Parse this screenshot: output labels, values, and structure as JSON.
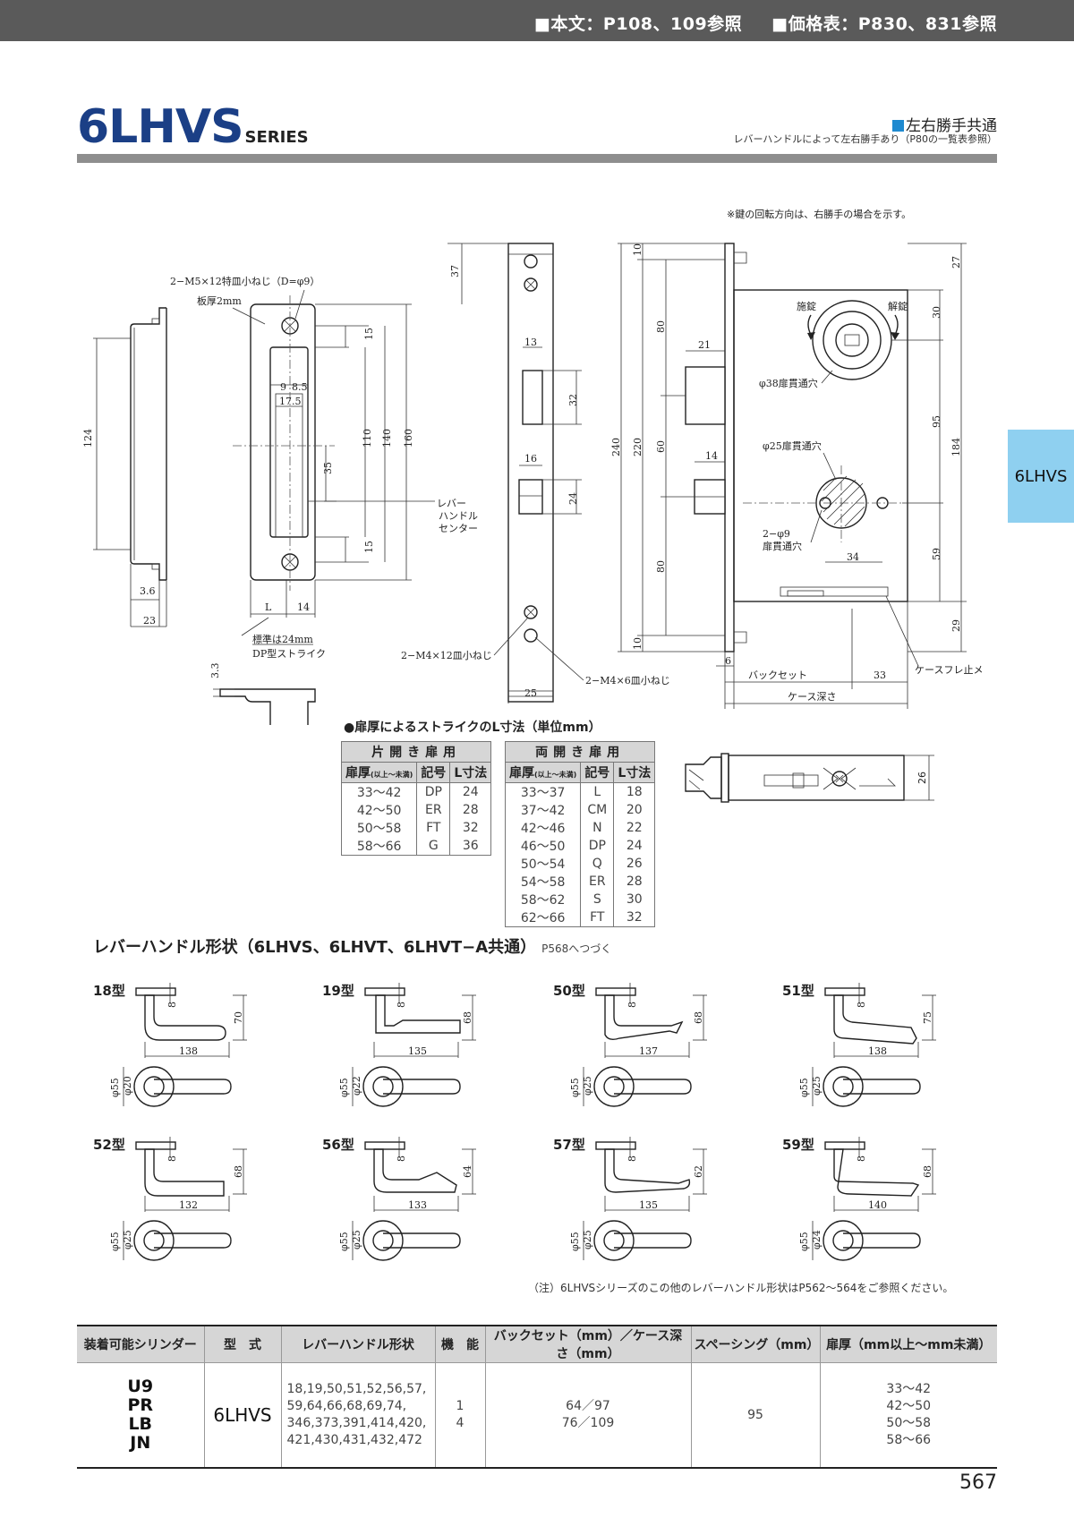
{
  "header": {
    "ref_main": "■本文：P108、109参照",
    "ref_price": "■価格表：P830、831参照",
    "series": "6LHVS",
    "series_suffix": "SERIES",
    "handing_title": "左右勝手共通",
    "handing_note": "レバーハンドルによって左右勝手あり（P80の一覧表参照）"
  },
  "side_tab": "6LHVS",
  "drawing": {
    "rotation_note": "※鍵の回転方向は、右勝手の場合を示す。",
    "labels": {
      "screw_top": "2−M5×12特皿小ねじ（D=φ9）",
      "plate_thickness": "板厚2mm",
      "lever_center": [
        "レバー",
        "ハンドル",
        "センター"
      ],
      "standard_note_1": "標準は24mm",
      "standard_note_2": "DP型ストライク",
      "screw_m4_12": "2−M4×12皿小ねじ",
      "screw_m4_6": "2−M4×6皿小ねじ",
      "lock": "施錠",
      "unlock": "解錠",
      "hole_38": "φ38扉貫通穴",
      "hole_25": "φ25扉貫通穴",
      "hole_9_a": "2−φ9",
      "hole_9_b": "扉貫通穴",
      "case_stop": "ケースフレ止メ",
      "backset": "バックセット",
      "case_depth": "ケース深さ",
      "L": "L"
    },
    "dims": {
      "d124": "124",
      "d3_6": "3.6",
      "d23": "23",
      "d14a": "14",
      "d15a": "15",
      "d15b": "15",
      "d9": "9",
      "d8_5": "8.5",
      "d17_5": "17.5",
      "d35": "35",
      "d110": "110",
      "d140": "140",
      "d160": "160",
      "d37": "37",
      "d13": "13",
      "d32": "32",
      "d16": "16",
      "d24": "24",
      "d25": "25",
      "d3_3": "3.3",
      "d26a": "26",
      "d10a": "10",
      "d10b": "10",
      "d80a": "80",
      "d80b": "80",
      "d240": "240",
      "d220": "220",
      "d60": "60",
      "d21": "21",
      "d14b": "14",
      "d27": "27",
      "d30": "30",
      "d95": "95",
      "d184": "184",
      "d59": "59",
      "d29": "29",
      "d34": "34",
      "d6": "6",
      "d33": "33",
      "d26b": "26"
    }
  },
  "strike_table": {
    "caption": "●扉厚によるストライクのL寸法（単位mm）",
    "single": {
      "title": "片開き扉用",
      "headers": [
        "扉厚",
        "記号",
        "L寸法"
      ],
      "rows": [
        [
          "33～42",
          "DP",
          "24"
        ],
        [
          "42～50",
          "ER",
          "28"
        ],
        [
          "50～58",
          "FT",
          "32"
        ],
        [
          "58～66",
          "G",
          "36"
        ]
      ]
    },
    "double": {
      "title": "両開き扉用",
      "headers": [
        "扉厚",
        "記号",
        "L寸法"
      ],
      "rows": [
        [
          "33～37",
          "L",
          "18"
        ],
        [
          "37～42",
          "CM",
          "20"
        ],
        [
          "42～46",
          "N",
          "22"
        ],
        [
          "46～50",
          "DP",
          "24"
        ],
        [
          "50～54",
          "Q",
          "26"
        ],
        [
          "54～58",
          "ER",
          "28"
        ],
        [
          "58～62",
          "S",
          "30"
        ],
        [
          "62～66",
          "FT",
          "32"
        ]
      ]
    },
    "thickness_sub": "(以上～未満)"
  },
  "lever_section": {
    "heading": "レバーハンドル形状（6LHVS、6LHVT、6LHVT−A共通）",
    "continued": "P568へつづく",
    "note": "（注）6LHVSシリーズのこの他のレバーハンドル形状はP562～564をご参照ください。",
    "levers": [
      {
        "label": "18型",
        "length": "138",
        "height": "70",
        "rose": "φ55",
        "neck": "φ20",
        "off": "8"
      },
      {
        "label": "19型",
        "length": "135",
        "height": "68",
        "rose": "φ55",
        "neck": "φ22",
        "off": "8"
      },
      {
        "label": "50型",
        "length": "137",
        "height": "68",
        "rose": "φ55",
        "neck": "φ25",
        "off": "8"
      },
      {
        "label": "51型",
        "length": "138",
        "height": "75",
        "rose": "φ55",
        "neck": "φ25",
        "off": "8"
      },
      {
        "label": "52型",
        "length": "132",
        "height": "68",
        "rose": "φ55",
        "neck": "φ25",
        "off": "8"
      },
      {
        "label": "56型",
        "length": "133",
        "height": "64",
        "rose": "φ55",
        "neck": "φ25",
        "off": "8"
      },
      {
        "label": "57型",
        "length": "135",
        "height": "62",
        "rose": "φ55",
        "neck": "φ25",
        "off": "8"
      },
      {
        "label": "59型",
        "length": "140",
        "height": "68",
        "rose": "φ55",
        "neck": "φ24",
        "off": "8"
      }
    ]
  },
  "spec_table": {
    "headers": [
      "装着可能シリンダー",
      "型　式",
      "レバーハンドル形状",
      "機　能",
      "バックセット（mm）／ケース深さ（mm）",
      "スペーシング（mm）",
      "扉厚（mm以上～mm未満）"
    ],
    "cylinders": [
      "U9",
      "PR",
      "LB",
      "JN"
    ],
    "model": "6LHVS",
    "shapes": [
      "18,19,50,51,52,56,57,",
      "59,64,66,68,69,74,",
      "346,373,391,414,420,",
      "421,430,431,432,472"
    ],
    "functions": [
      "1",
      "4"
    ],
    "backsets": [
      "64／97",
      "76／109"
    ],
    "spacing": "95",
    "thickness": [
      "33～42",
      "42～50",
      "50～58",
      "58～66"
    ]
  },
  "page_number": "567"
}
